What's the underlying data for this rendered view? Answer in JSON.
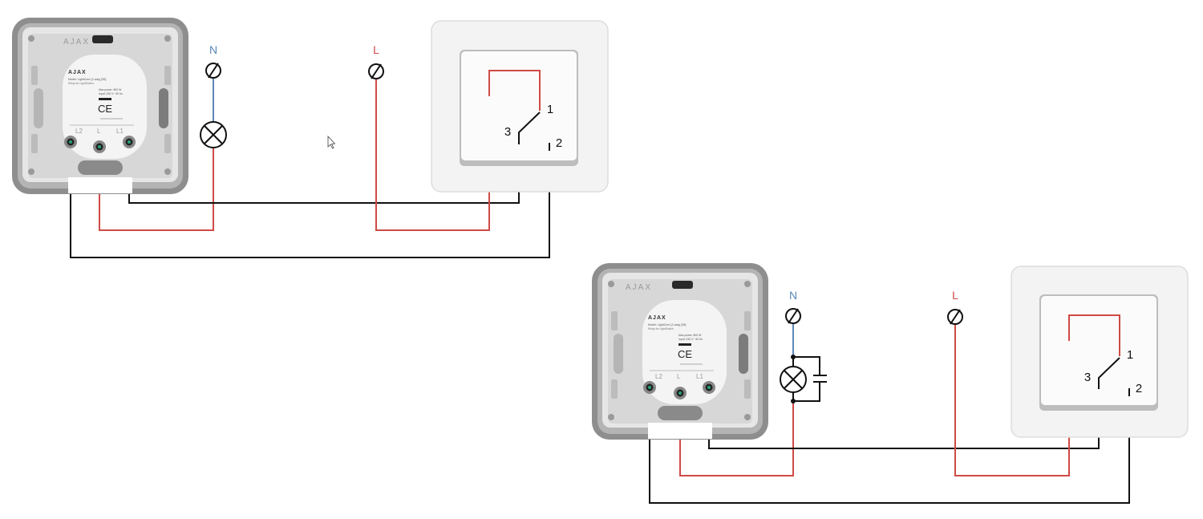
{
  "colors": {
    "neutral": "#5b88b8",
    "live": "#cf4b46",
    "wire": "#111111",
    "relay_body": "#8c8c8c",
    "relay_face": "#dcdcdc",
    "switch_frame": "#f2f2f2",
    "switch_key": "#fafafa"
  },
  "icons": {
    "terminal": "terminal-symbol-icon",
    "lamp": "lamp-icon",
    "capacitor": "capacitor-icon",
    "cursor": "mouse-pointer-icon"
  },
  "diagram_top": {
    "neutral_label": "N",
    "live_label": "L",
    "relay": {
      "brand": "AJAX",
      "label_brand": "AJAX",
      "model": "Model: LightCore (2-way) [55]",
      "subtitle": "Relay for LightSwitch",
      "power": "Max power: 800 W",
      "input": "Input: 230 V~ 50 Hz",
      "terminal_left": "L2",
      "terminal_mid": "L",
      "terminal_right": "L1"
    },
    "switch": {
      "contact_1": "1",
      "contact_2": "2",
      "contact_3": "3"
    }
  },
  "diagram_bottom": {
    "neutral_label": "N",
    "live_label": "L",
    "relay": {
      "brand": "AJAX",
      "label_brand": "AJAX",
      "model": "Model: LightCore (2-way) [55]",
      "subtitle": "Relay for LightSwitch",
      "power": "Max power: 800 W",
      "input": "Input: 230 V~ 50 Hz",
      "terminal_left": "L2",
      "terminal_mid": "L",
      "terminal_right": "L1"
    },
    "switch": {
      "contact_1": "1",
      "contact_2": "2",
      "contact_3": "3"
    }
  }
}
